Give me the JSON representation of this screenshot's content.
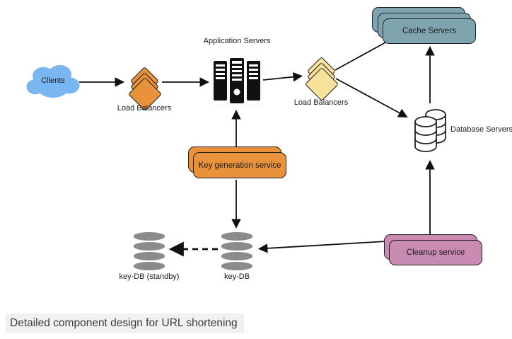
{
  "diagram": {
    "caption": "Detailed component design for URL shortening",
    "nodes": {
      "clients": {
        "label": "Clients",
        "shape": "cloud",
        "color": "#79B6F2"
      },
      "lb1": {
        "label": "Load Balancers",
        "shape": "diamond-stack",
        "color": "#E8923C"
      },
      "app_servers": {
        "label": "Application Servers",
        "shape": "server-towers",
        "color": "#111111"
      },
      "lb2": {
        "label": "Load Balancers",
        "shape": "diamond-stack",
        "color": "#F8E19B"
      },
      "cache": {
        "label": "Cache Servers",
        "shape": "rounded-stack",
        "color": "#7EA5AF"
      },
      "db": {
        "label": "Database Servers",
        "shape": "cylinder-pair",
        "color": "#FFFFFF"
      },
      "keygen": {
        "label": "Key generation service",
        "shape": "rounded-stack",
        "color": "#E8923C"
      },
      "keydb_standby": {
        "label": "key-DB (standby)",
        "shape": "gray-cylinder",
        "color": "#8B8B8B"
      },
      "keydb": {
        "label": "key-DB",
        "shape": "gray-cylinder",
        "color": "#8B8B8B"
      },
      "cleanup": {
        "label": "Cleanup service",
        "shape": "rounded-stack",
        "color": "#C98BB1"
      }
    },
    "edges": [
      {
        "from": "clients",
        "to": "lb1",
        "style": "solid-arrow"
      },
      {
        "from": "lb1",
        "to": "app_servers",
        "style": "solid-arrow"
      },
      {
        "from": "app_servers",
        "to": "lb2",
        "style": "solid-arrow"
      },
      {
        "from": "lb2",
        "to": "cache",
        "style": "solid-line"
      },
      {
        "from": "lb2",
        "to": "db",
        "style": "solid-arrow"
      },
      {
        "from": "db",
        "to": "cache",
        "style": "solid-arrow"
      },
      {
        "from": "keygen",
        "to": "app_servers",
        "style": "solid-arrow"
      },
      {
        "from": "keygen",
        "to": "keydb",
        "style": "solid-arrow"
      },
      {
        "from": "keydb",
        "to": "keydb_standby",
        "style": "dashed-arrow"
      },
      {
        "from": "cleanup",
        "to": "keydb",
        "style": "solid-arrow"
      },
      {
        "from": "cleanup",
        "to": "db",
        "style": "solid-arrow"
      }
    ],
    "colors": {
      "line": "#111111",
      "outline": "#1a1a1a",
      "caption_bg": "#F1F1F1",
      "caption_text": "#3C3C3C"
    }
  }
}
